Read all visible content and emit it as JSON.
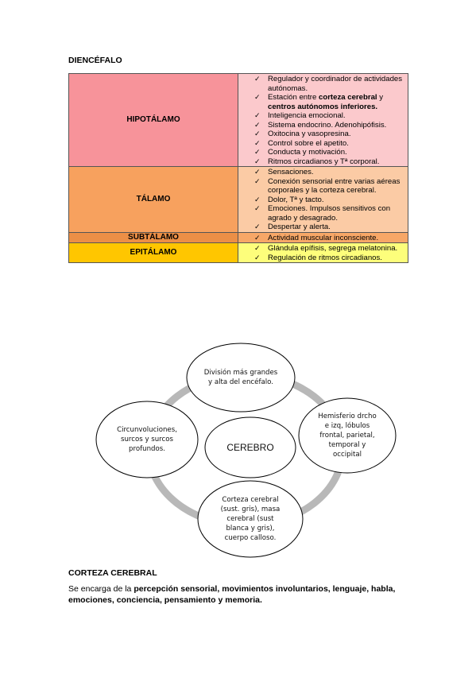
{
  "dien_heading": "DIENCÉFALO",
  "check": "✓",
  "table": {
    "hipotalamo": {
      "name": "HIPOTÁLAMO",
      "items": [
        "Regulador y coordinador de actividades autónomas.",
        "Estación entre corteza cerebral y centros autónomos inferiores.",
        "Inteligencia emocional.",
        "Sistema endocrino. Adenohipófisis.",
        "Oxitocina y vasopresina.",
        "Control sobre el apetito.",
        "Conducta y motivación.",
        "Ritmos circadianos y Tª corporal."
      ],
      "item2_parts": [
        "Estación entre ",
        "corteza cerebral",
        " y ",
        "centros autónomos inferiores."
      ]
    },
    "talamo": {
      "name": "TÁLAMO",
      "items": [
        "Sensaciones.",
        "Conexión sensorial entre varias aéreas corporales y la corteza cerebral.",
        "Dolor, Tª y tacto.",
        "Emociones. Impulsos sensitivos con agrado y desagrado.",
        "Despertar y alerta."
      ]
    },
    "subtalamo": {
      "name": "SUBTÁLAMO",
      "items": [
        "Actividad muscular inconsciente."
      ]
    },
    "epitalamo": {
      "name": "EPITÁLAMO",
      "items": [
        "Glándula epífisis, segrega melatonina.",
        "Regulación de ritmos circadianos."
      ]
    }
  },
  "diagram": {
    "center": "CEREBRO",
    "top": [
      "División más grandes",
      "y alta del encéfalo."
    ],
    "right": [
      "Hemisferio drcho",
      "e izq, lóbulos",
      "frontal, parietal,",
      "temporal y",
      "occipital"
    ],
    "bottom": [
      "Corteza cerebral",
      "(sust. gris), masa",
      "cerebral (sust",
      "blanca y gris),",
      "cuerpo calloso."
    ],
    "left": [
      "Circunvoluciones,",
      "surcos y surcos",
      "profundos."
    ],
    "ring_color": "#b8b8b8"
  },
  "corteza": {
    "heading": "CORTEZA CEREBRAL",
    "intro": "Se encarga de la ",
    "bold": "percepción sensorial, movimientos involuntarios, lenguaje, habla, emociones, conciencia, pensamiento y memoria."
  }
}
